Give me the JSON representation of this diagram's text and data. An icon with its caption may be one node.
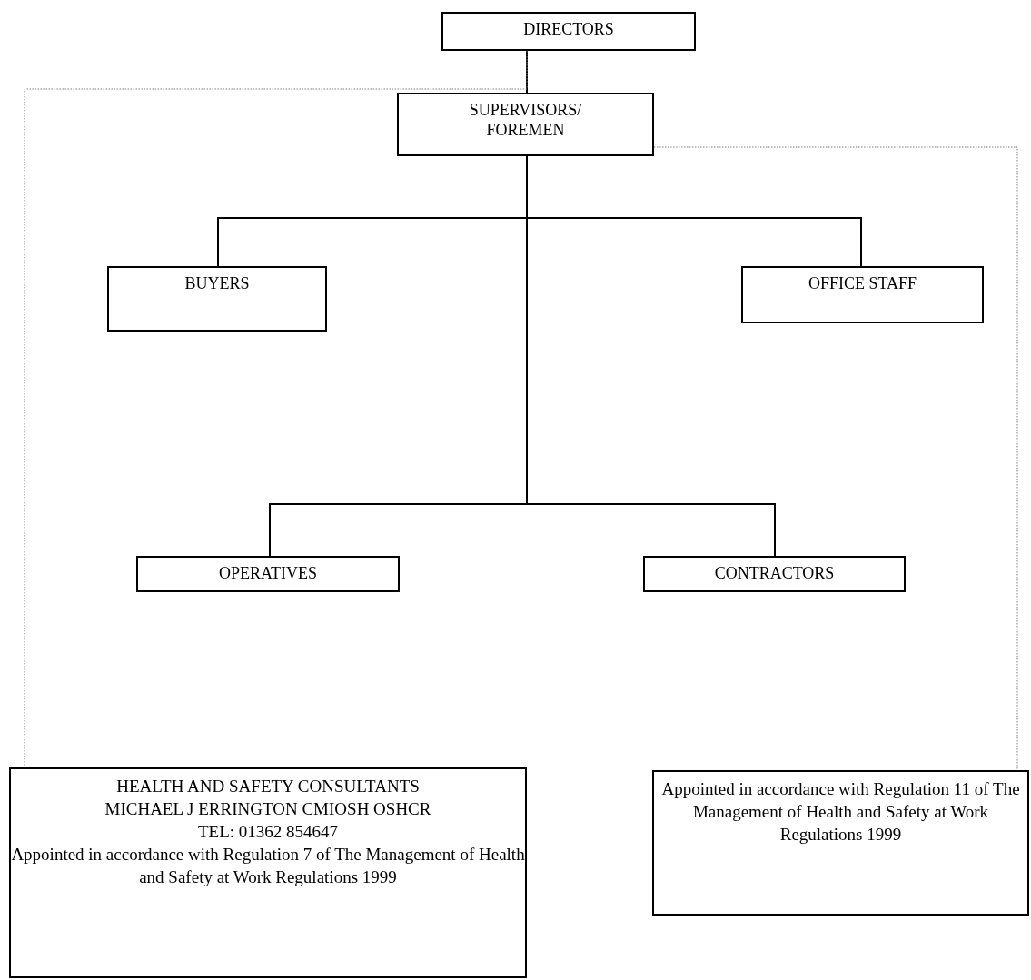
{
  "diagram": {
    "nodes": [
      {
        "text": [
          "DIRECTORS"
        ]
      },
      {
        "text": [
          "SUPERVISORS/ FOREMEN"
        ]
      },
      {
        "text": [
          "BUYERS"
        ]
      },
      {
        "text": [
          "OFFICE STAFF"
        ]
      },
      {
        "text": [
          "OPERATIVES"
        ]
      },
      {
        "text": [
          "CONTRACTORS"
        ]
      },
      {
        "text": [
          "HEALTH AND SAFETY CONSULTANTS",
          "MICHAEL J ERRINGTON CMIOSH OSHCR",
          "TEL: 01362 854647",
          "Appointed in accordance with Regulation 7 of The Management of Health and Safety at Work Regulations 1999"
        ]
      },
      {
        "text": [
          "Appointed in accordance with Regulation 11 of The Management of Health and Safety at Work Regulations 1999"
        ]
      }
    ],
    "edges": [
      {
        "from": 0,
        "to": 1,
        "arrow": "none"
      },
      {
        "from": 1,
        "to": 2,
        "arrow": "none"
      },
      {
        "from": 1,
        "to": 3,
        "arrow": "none"
      },
      {
        "from": 1,
        "to": 4,
        "arrow": "none"
      },
      {
        "from": 1,
        "to": 5,
        "arrow": "none"
      },
      {
        "from": 0,
        "to": 6,
        "arrow": "none",
        "style": "dashed",
        "color": "#808080"
      },
      {
        "from": 1,
        "to": 7,
        "arrow": "none",
        "style": "dashed",
        "color": "#808080"
      }
    ]
  }
}
